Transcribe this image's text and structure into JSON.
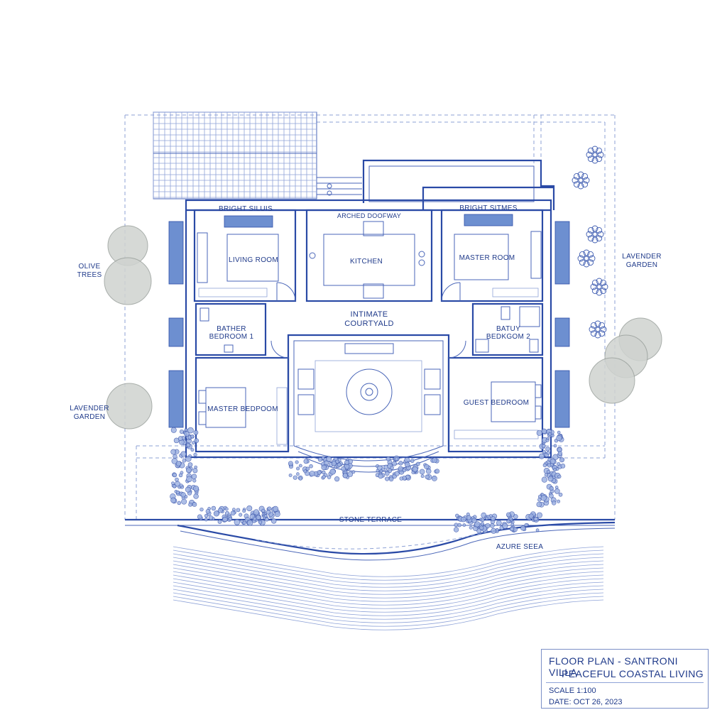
{
  "labels": {
    "bright_stairs_left": "BRIGHT SILUIS",
    "arched_doorway": "ARCHED DOOFWAY",
    "bright_stairs_right": "BRIGHT SITMES",
    "living_room": "LIVING ROOM",
    "kitchen": "KITCHEN",
    "master_room": "MASTER ROOM",
    "bath_1_line1": "BATHER",
    "bath_1_line2": "BEDROOM 1",
    "courtyard_line1": "INTIMATE",
    "courtyard_line2": "COURTYALD",
    "bath_2_line1": "BATUY",
    "bath_2_line2": "BEDKGOM 2",
    "master_bedroom": "MASTER BEDPOOM",
    "guest_bedroom": "GUEST BEDROOM",
    "stone_terrace": "STONE TERRACE",
    "azure_sea": "AZURE SEEA",
    "olive_trees_line1": "OLIVE",
    "olive_trees_line2": "TREES",
    "lavender_right_line1": "LAVENDER",
    "lavender_right_line2": "GARDEN",
    "lavender_left_line1": "LAVENDER",
    "lavender_left_line2": "GARDEN"
  },
  "title_block": {
    "line1": "FLOOR PLAN - SANTRONI VILLA",
    "line2": "PEACEFUL COASTAL LIVING",
    "scale": "SCALE 1:100",
    "date": "DATE: OCT 26, 2023"
  },
  "colors": {
    "ink": "#1f3a8a",
    "wall": "#2a4aa6",
    "shutter": "#6d8fd0"
  }
}
